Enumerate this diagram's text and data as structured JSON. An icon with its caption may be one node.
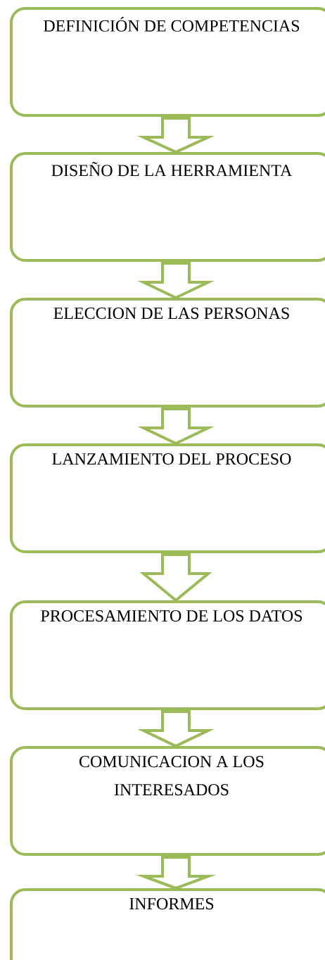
{
  "diagram": {
    "nodes": [
      {
        "text": [
          "DEFINICIÓN DE COMPETENCIAS"
        ]
      },
      {
        "text": [
          "DISEÑO DE LA HERRAMIENTA"
        ]
      },
      {
        "text": [
          "ELECCION DE LAS PERSONAS"
        ]
      },
      {
        "text": [
          "LANZAMIENTO DEL PROCESO"
        ]
      },
      {
        "text": [
          "PROCESAMIENTO DE LOS DATOS"
        ]
      },
      {
        "text": [
          "COMUNICACION A LOS INTERESADOS"
        ]
      },
      {
        "text": [
          "INFORMES"
        ]
      }
    ],
    "edges": [
      {
        "from": 0,
        "to": 1,
        "arrow": "to"
      },
      {
        "from": 1,
        "to": 2,
        "arrow": "to"
      },
      {
        "from": 2,
        "to": 3,
        "arrow": "to"
      },
      {
        "from": 3,
        "to": 4,
        "arrow": "to"
      },
      {
        "from": 4,
        "to": 5,
        "arrow": "to"
      },
      {
        "from": 5,
        "to": 6,
        "arrow": "to"
      }
    ]
  }
}
